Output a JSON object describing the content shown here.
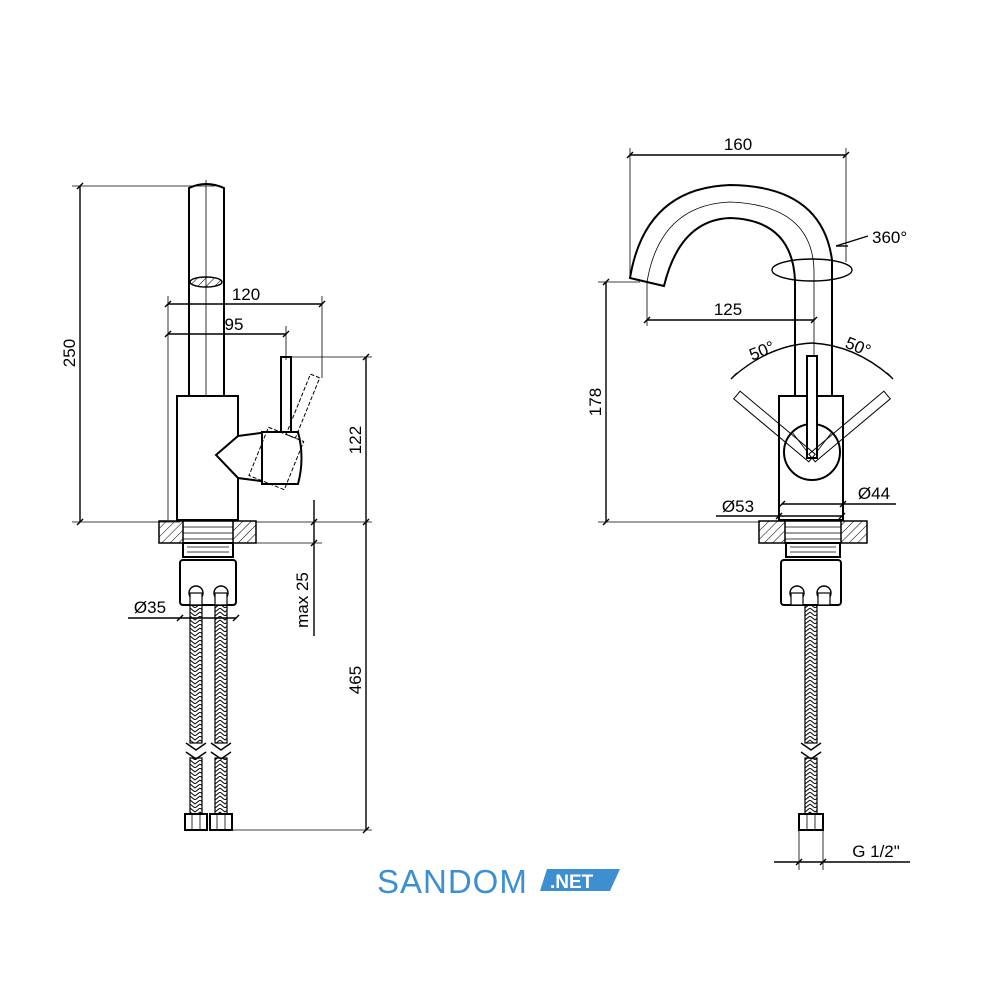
{
  "left_view": {
    "dimensions": {
      "height_total": "250",
      "reach_outer": "120",
      "reach_inner": "95",
      "body_height": "122",
      "max_thickness": "max 25",
      "diameter_base": "Ø35",
      "hose_length": "465"
    }
  },
  "right_view": {
    "dimensions": {
      "spout_width": "160",
      "rotation": "360°",
      "spout_reach": "125",
      "spout_height": "178",
      "angle_left": "50°",
      "angle_right": "50°",
      "diameter_base": "Ø53",
      "diameter_body": "Ø44",
      "thread": "G 1/2\""
    }
  },
  "brand": {
    "name": "SANDOM",
    "suffix": ".NET",
    "accent_color": "#3d8fd0"
  }
}
